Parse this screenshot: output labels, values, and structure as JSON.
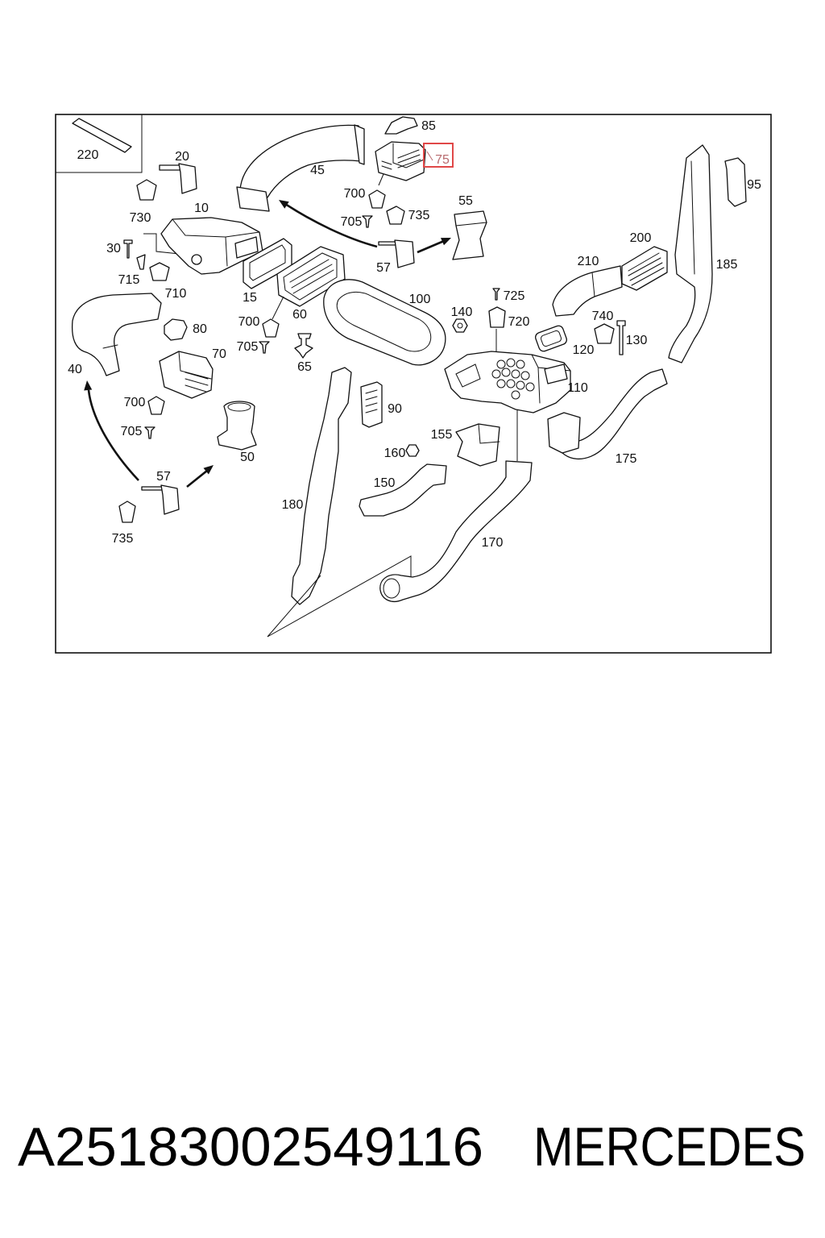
{
  "diagram": {
    "callouts": [
      "220",
      "20",
      "10",
      "730",
      "30",
      "715",
      "710",
      "15",
      "45",
      "85",
      "700",
      "705",
      "735",
      "55",
      "57",
      "60",
      "700",
      "705",
      "65",
      "100",
      "140",
      "725",
      "720",
      "200",
      "210",
      "185",
      "95",
      "740",
      "130",
      "120",
      "110",
      "175",
      "80",
      "70",
      "40",
      "700",
      "705",
      "50",
      "57",
      "735",
      "90",
      "155",
      "160",
      "150",
      "180",
      "170"
    ],
    "highlighted_callout": "75"
  },
  "footer": {
    "part_number": "A25183002549116",
    "brand": "MERCEDES"
  },
  "colors": {
    "line": "#111111",
    "highlight": "#e04848",
    "background": "#ffffff"
  }
}
